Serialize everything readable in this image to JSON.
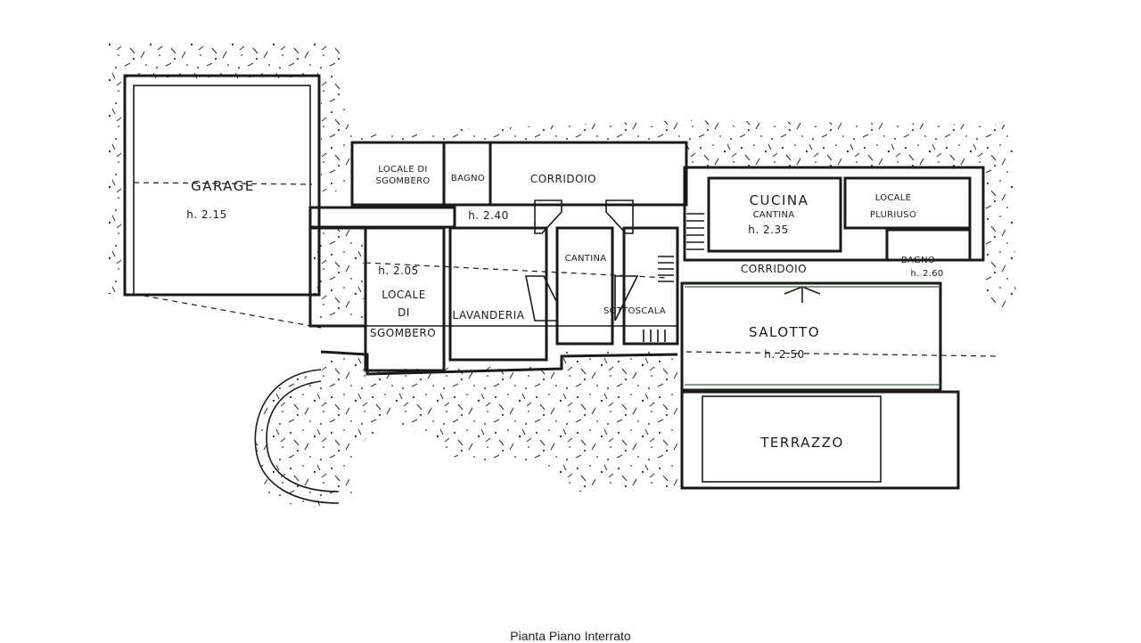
{
  "rooms": {
    "garage": {
      "name": "GARAGE",
      "height": "h. 2.15"
    },
    "locale_sgombero_top": {
      "line1": "LOCALE DI",
      "line2": "SGOMBERO"
    },
    "bagno_top": {
      "name": "BAGNO"
    },
    "corridoio_top": {
      "name": "CORRIDOIO",
      "height": "h. 2.40"
    },
    "locale_sgombero_left": {
      "height": "h. 2.05",
      "line1": "LOCALE",
      "line2": "DI",
      "line3": "SGOMBERO"
    },
    "lavanderia": {
      "name": "LAVANDERIA"
    },
    "cantina": {
      "name": "CANTINA"
    },
    "sottoscala": {
      "name": "SOTTOSCALA"
    },
    "cucina": {
      "name": "CUCINA",
      "sub": "CANTINA",
      "height": "h. 2.35"
    },
    "locale_pluriuso": {
      "line1": "LOCALE",
      "line2": "PLURIUSO"
    },
    "bagno_right": {
      "name": "BAGNO",
      "height": "h. 2.60"
    },
    "corridoio_right": {
      "name": "CORRIDOIO"
    },
    "salotto": {
      "name": "SALOTTO",
      "height": "h. 2.50"
    },
    "terrazzo": {
      "name": "TERRAZZO"
    }
  },
  "caption": "Pianta Piano Interrato",
  "colors": {
    "ink": "#1a1a1a",
    "paper": "#ffffff",
    "green_pen": "#2e6b3a"
  }
}
